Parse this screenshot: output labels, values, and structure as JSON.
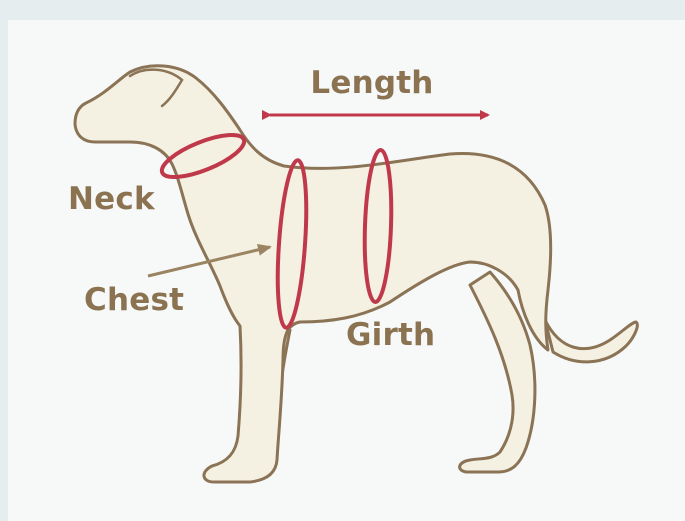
{
  "diagram": {
    "labels": {
      "length": "Length",
      "neck": "Neck",
      "chest": "Chest",
      "girth": "Girth"
    },
    "colors": {
      "background": "#e5edef",
      "panel": "#f7f9f9",
      "dog_fill": "#f4f0e2",
      "dog_outline": "#8b7355",
      "measure_red": "#c0394b",
      "label_brown": "#8b7352",
      "chest_arrow": "#9a8462"
    }
  }
}
